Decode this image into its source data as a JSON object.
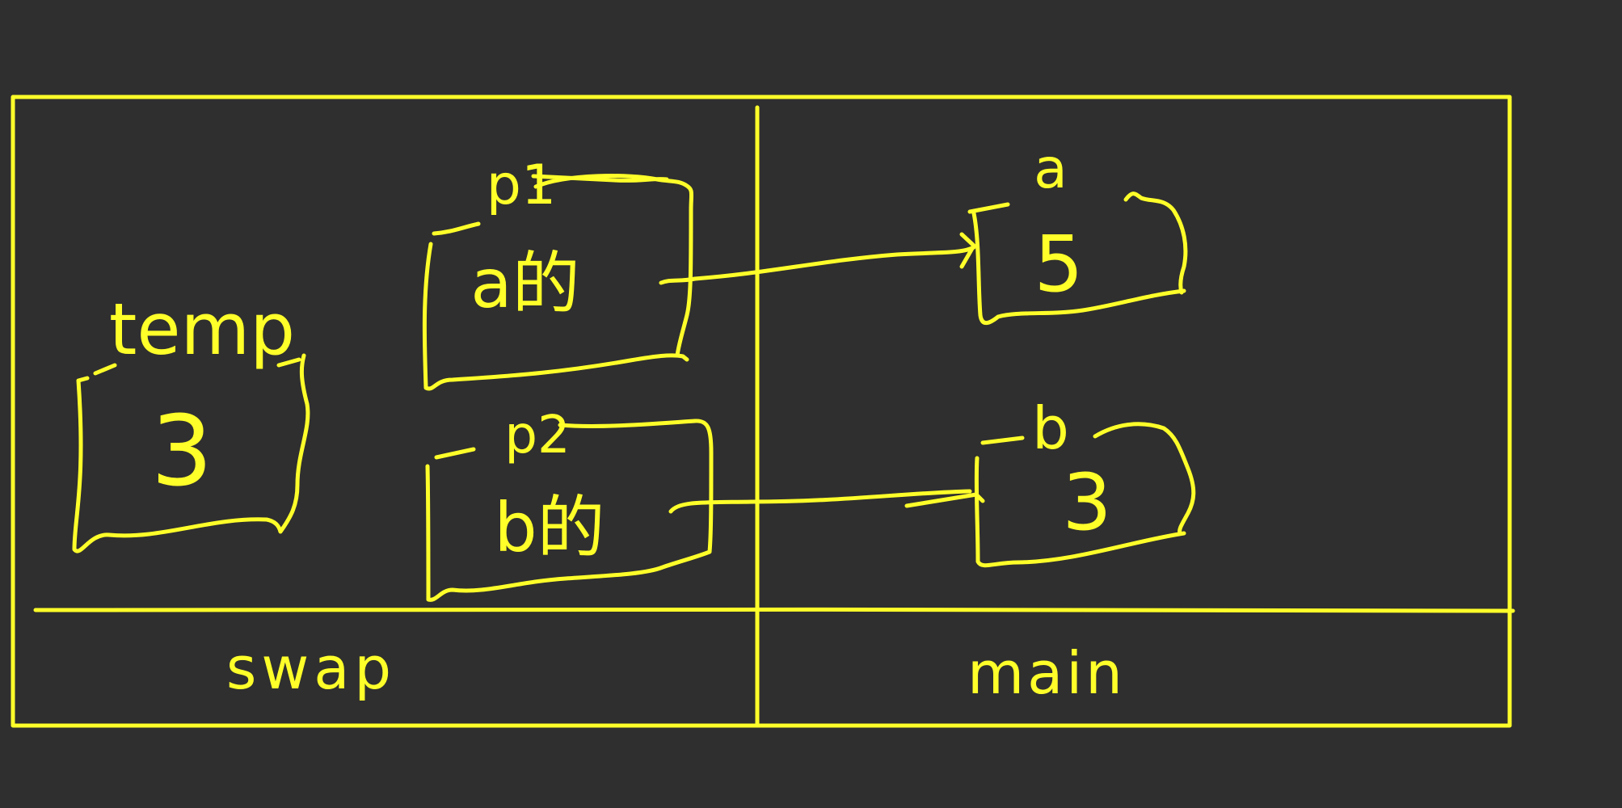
{
  "colors": {
    "background": "#2f2f2f",
    "ink": "#ffff2a"
  },
  "frames": {
    "left_label": "swap",
    "right_label": "main"
  },
  "swap": {
    "temp": {
      "label": "temp",
      "value": "3"
    },
    "p1": {
      "label": "p1",
      "value": "a的"
    },
    "p2": {
      "label": "p2",
      "value": "b的"
    }
  },
  "main": {
    "a": {
      "label": "a",
      "value": "5"
    },
    "b": {
      "label": "b",
      "value": "3"
    }
  }
}
